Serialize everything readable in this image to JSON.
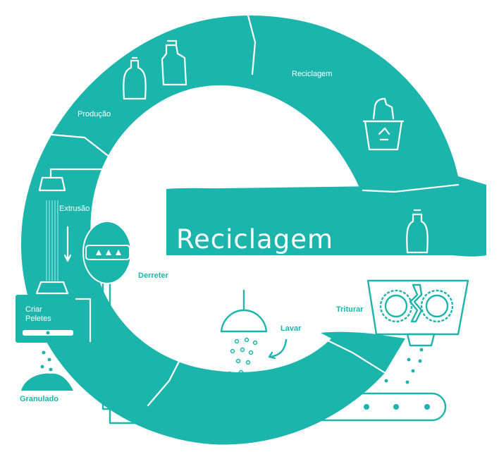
{
  "title": "Reciclagem",
  "stages": {
    "producao": "Produção",
    "reciclagem": "Reciclagem",
    "extrusao": "Extrusão",
    "criar_peletes_line1": "Criar",
    "criar_peletes_line2": "Peletes",
    "granulado": "Granulado",
    "derreter": "Derreter",
    "lavar": "Lavar",
    "triturar": "Triturar"
  },
  "colors": {
    "teal": "#1cb5ac",
    "background": "#ffffff"
  },
  "icons": [
    "bottle-icon",
    "detergent-bottle-icon",
    "recycle-bin-icon",
    "shower-head-icon",
    "shredder-icon",
    "conveyor-belt-icon",
    "melting-pot-icon",
    "extruder-icon",
    "pellet-machine-icon",
    "funnel-icon"
  ]
}
